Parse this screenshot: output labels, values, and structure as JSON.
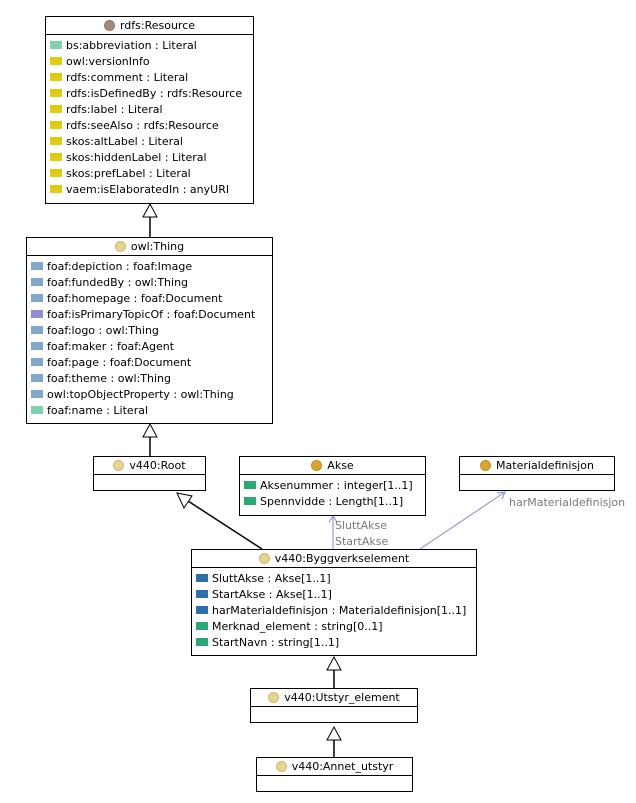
{
  "colors": {
    "resource_dot": "#a58a7a",
    "thing_dot": "#e8d48a",
    "root_dot": "#e8d48a",
    "akse_dot": "#d9a52a",
    "material_dot": "#d9a52a",
    "byggverk_dot": "#e8d48a",
    "utstyr_dot": "#e8d48a",
    "annet_dot": "#e8d48a",
    "literal_teal": "#7fd1b0",
    "annotation_yellow": "#e0cc10",
    "object_blue": "#7fa9cc",
    "object_purple": "#8f8fd0",
    "dark_blue": "#2e70a8",
    "dark_green": "#2aa878",
    "assoc_line": "#7a8ed9"
  },
  "classes": {
    "resource": {
      "title": "rdfs:Resource",
      "attributes": [
        {
          "text": "bs:abbreviation : Literal",
          "icon": "literal-teal"
        },
        {
          "text": "owl:versionInfo",
          "icon": "annotation-yellow"
        },
        {
          "text": "rdfs:comment : Literal",
          "icon": "annotation-yellow"
        },
        {
          "text": "rdfs:isDefinedBy : rdfs:Resource",
          "icon": "annotation-yellow"
        },
        {
          "text": "rdfs:label : Literal",
          "icon": "annotation-yellow"
        },
        {
          "text": "rdfs:seeAlso : rdfs:Resource",
          "icon": "annotation-yellow"
        },
        {
          "text": "skos:altLabel : Literal",
          "icon": "annotation-yellow"
        },
        {
          "text": "skos:hiddenLabel : Literal",
          "icon": "annotation-yellow"
        },
        {
          "text": "skos:prefLabel : Literal",
          "icon": "annotation-yellow"
        },
        {
          "text": "vaem:isElaboratedIn : anyURI",
          "icon": "annotation-yellow"
        }
      ]
    },
    "thing": {
      "title": "owl:Thing",
      "attributes": [
        {
          "text": "foaf:depiction : foaf:Image",
          "icon": "object-blue"
        },
        {
          "text": "foaf:fundedBy : owl:Thing",
          "icon": "object-blue"
        },
        {
          "text": "foaf:homepage : foaf:Document",
          "icon": "object-blue"
        },
        {
          "text": "foaf:isPrimaryTopicOf : foaf:Document",
          "icon": "object-purple"
        },
        {
          "text": "foaf:logo : owl:Thing",
          "icon": "object-blue"
        },
        {
          "text": "foaf:maker : foaf:Agent",
          "icon": "object-blue"
        },
        {
          "text": "foaf:page : foaf:Document",
          "icon": "object-blue"
        },
        {
          "text": "foaf:theme : owl:Thing",
          "icon": "object-blue"
        },
        {
          "text": "owl:topObjectProperty : owl:Thing",
          "icon": "object-blue"
        },
        {
          "text": "foaf:name : Literal",
          "icon": "literal-teal"
        }
      ]
    },
    "root": {
      "title": "v440:Root"
    },
    "akse": {
      "title": "Akse",
      "attributes": [
        {
          "text": "Aksenummer : integer[1..1]",
          "icon": "dark-green"
        },
        {
          "text": "Spennvidde : Length[1..1]",
          "icon": "dark-green"
        }
      ]
    },
    "material": {
      "title": "Materialdefinisjon"
    },
    "byggverk": {
      "title": "v440:Byggverkselement",
      "attributes": [
        {
          "text": "SluttAkse : Akse[1..1]",
          "icon": "dark-blue"
        },
        {
          "text": "StartAkse : Akse[1..1]",
          "icon": "dark-blue"
        },
        {
          "text": "harMaterialdefinisjon : Materialdefinisjon[1..1]",
          "icon": "dark-blue"
        },
        {
          "text": "Merknad_element : string[0..1]",
          "icon": "dark-green"
        },
        {
          "text": "StartNavn : string[1..1]",
          "icon": "dark-green"
        }
      ]
    },
    "utstyr": {
      "title": "v440:Utstyr_element"
    },
    "annet": {
      "title": "v440:Annet_utstyr"
    }
  },
  "edge_labels": {
    "slutt": "SluttAkse",
    "start": "StartAkse",
    "material": "harMaterialdefinisjon"
  }
}
